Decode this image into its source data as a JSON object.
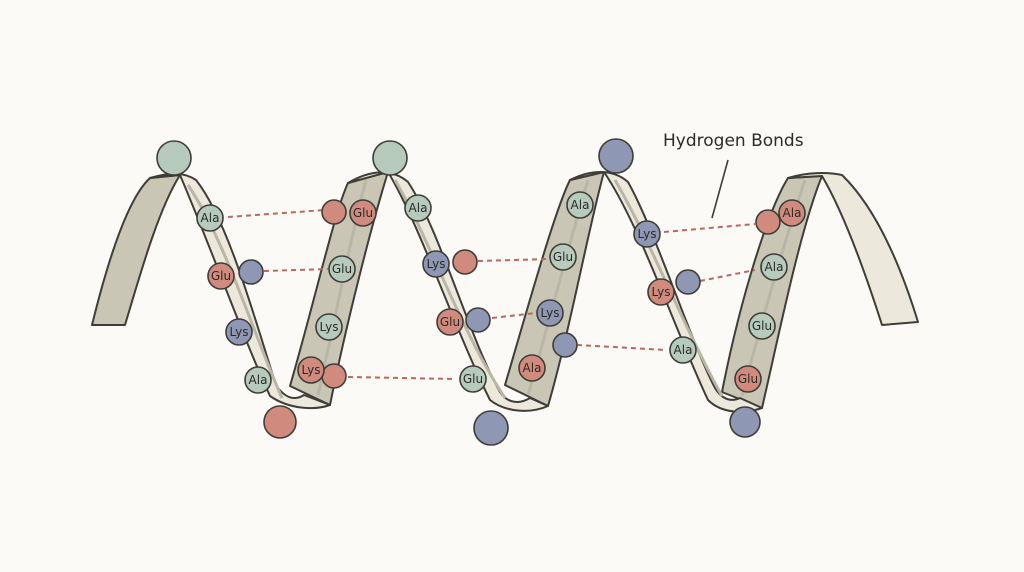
{
  "label": {
    "text": "Hydrogen Bonds"
  },
  "colors": {
    "green": "#b7cbbd",
    "red": "#d18b7e",
    "blue": "#8e97b3",
    "ribbon_front": "#ece9dc",
    "ribbon_back": "#c9c6b6",
    "hbond": "#b8685e",
    "outline": "#3f3d38"
  },
  "residues": [
    {
      "name": "Ala",
      "color": "green"
    },
    {
      "name": "Glu",
      "color": "red"
    },
    {
      "name": "Lys",
      "color": "blue"
    },
    {
      "name": "Ala",
      "color": "green"
    },
    {
      "name": "Glu",
      "color": "red"
    },
    {
      "name": "Glu",
      "color": "green"
    },
    {
      "name": "Lys",
      "color": "green"
    },
    {
      "name": "Lys",
      "color": "red"
    },
    {
      "name": "Ala",
      "color": "green"
    },
    {
      "name": "Lys",
      "color": "blue"
    },
    {
      "name": "Glu",
      "color": "red"
    },
    {
      "name": "Glu",
      "color": "green"
    },
    {
      "name": "Glu",
      "color": "green"
    },
    {
      "name": "Lys",
      "color": "blue"
    },
    {
      "name": "Ala",
      "color": "red"
    },
    {
      "name": "Ala",
      "color": "green"
    },
    {
      "name": "Lys",
      "color": "blue"
    },
    {
      "name": "Lys",
      "color": "red"
    },
    {
      "name": "Ala",
      "color": "green"
    },
    {
      "name": "Ala",
      "color": "red"
    },
    {
      "name": "Ala",
      "color": "green"
    },
    {
      "name": "Glu",
      "color": "green"
    },
    {
      "name": "Glu",
      "color": "red"
    }
  ],
  "atoms": [
    {
      "color": "green"
    },
    {
      "color": "green"
    },
    {
      "color": "blue"
    },
    {
      "color": "blue"
    },
    {
      "color": "red"
    },
    {
      "color": "red"
    },
    {
      "color": "blue"
    },
    {
      "color": "red"
    },
    {
      "color": "blue"
    },
    {
      "color": "blue"
    },
    {
      "color": "red"
    },
    {
      "color": "blue"
    },
    {
      "color": "red"
    },
    {
      "color": "blue"
    },
    {
      "color": "green"
    }
  ]
}
